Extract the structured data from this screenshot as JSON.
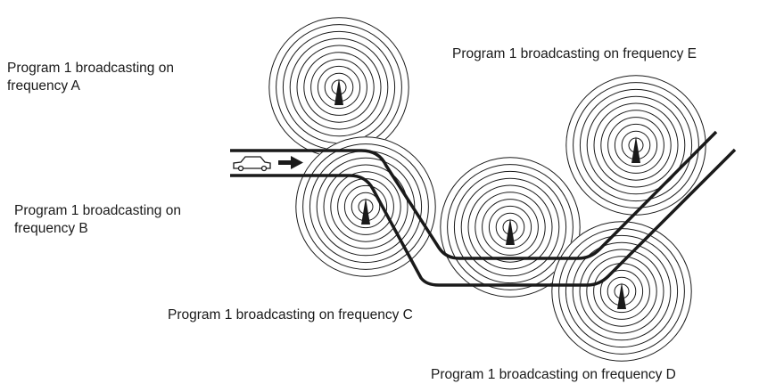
{
  "transmitters": [
    {
      "id": "A",
      "label_line1": "Program 1 broadcasting on",
      "label_line2": "frequency A"
    },
    {
      "id": "B",
      "label_line1": "Program 1 broadcasting on",
      "label_line2": "frequency B"
    },
    {
      "id": "C",
      "label": "Program 1 broadcasting on frequency C"
    },
    {
      "id": "D",
      "label": "Program 1 broadcasting on frequency D"
    },
    {
      "id": "E",
      "label": "Program 1 broadcasting on frequency E"
    }
  ],
  "icons": {
    "car": "car-icon",
    "arrow": "arrow-right-icon",
    "antenna": "antenna-icon"
  },
  "colors": {
    "stroke": "#1a1a1a",
    "background": "#ffffff"
  }
}
